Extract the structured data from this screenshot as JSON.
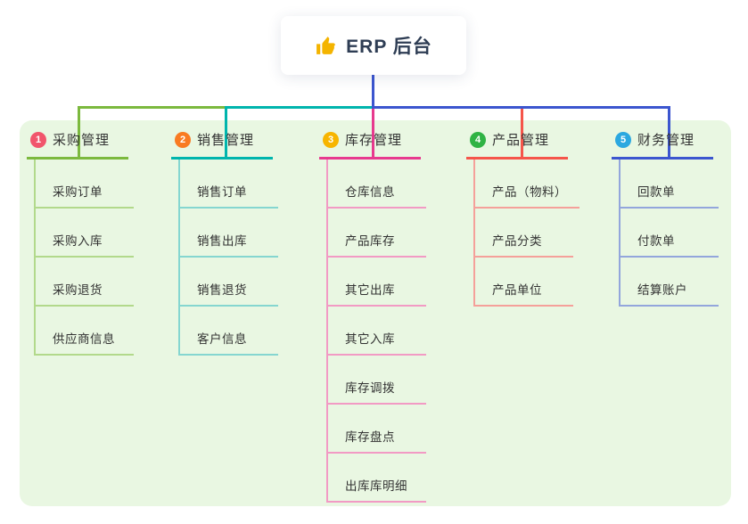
{
  "root": {
    "title": "ERP 后台",
    "icon": "thumbs-up-icon",
    "icon_color": "#f4b400"
  },
  "theme": {
    "panel_bg": "#e9f7e2",
    "card_bg": "#ffffff",
    "root_title_color": "#2e3d54",
    "text_color": "#333333",
    "trunk_color": "#3c56cf"
  },
  "branches": [
    {
      "index": "1",
      "label": "采购管理",
      "badge_color": "#f1556c",
      "line_color": "#7cb93e",
      "child_line_color": "#b2d98b",
      "children": [
        "采购订单",
        "采购入库",
        "采购退货",
        "供应商信息"
      ]
    },
    {
      "index": "2",
      "label": "销售管理",
      "badge_color": "#f97b22",
      "line_color": "#00b5ad",
      "child_line_color": "#85d6d0",
      "children": [
        "销售订单",
        "销售出库",
        "销售退货",
        "客户信息"
      ]
    },
    {
      "index": "3",
      "label": "库存管理",
      "badge_color": "#f7b500",
      "line_color": "#e73a8e",
      "child_line_color": "#f29ac4",
      "children": [
        "仓库信息",
        "产品库存",
        "其它出库",
        "其它入库",
        "库存调拨",
        "库存盘点",
        "出库库明细"
      ]
    },
    {
      "index": "4",
      "label": "产品管理",
      "badge_color": "#2fb344",
      "line_color": "#f5554a",
      "child_line_color": "#f5a09a",
      "children": [
        "产品（物料）",
        "产品分类",
        "产品单位"
      ]
    },
    {
      "index": "5",
      "label": "财务管理",
      "badge_color": "#2ba8e0",
      "line_color": "#3c56cf",
      "child_line_color": "#93a6dc",
      "children": [
        "回款单",
        "付款单",
        "结算账户"
      ]
    }
  ]
}
